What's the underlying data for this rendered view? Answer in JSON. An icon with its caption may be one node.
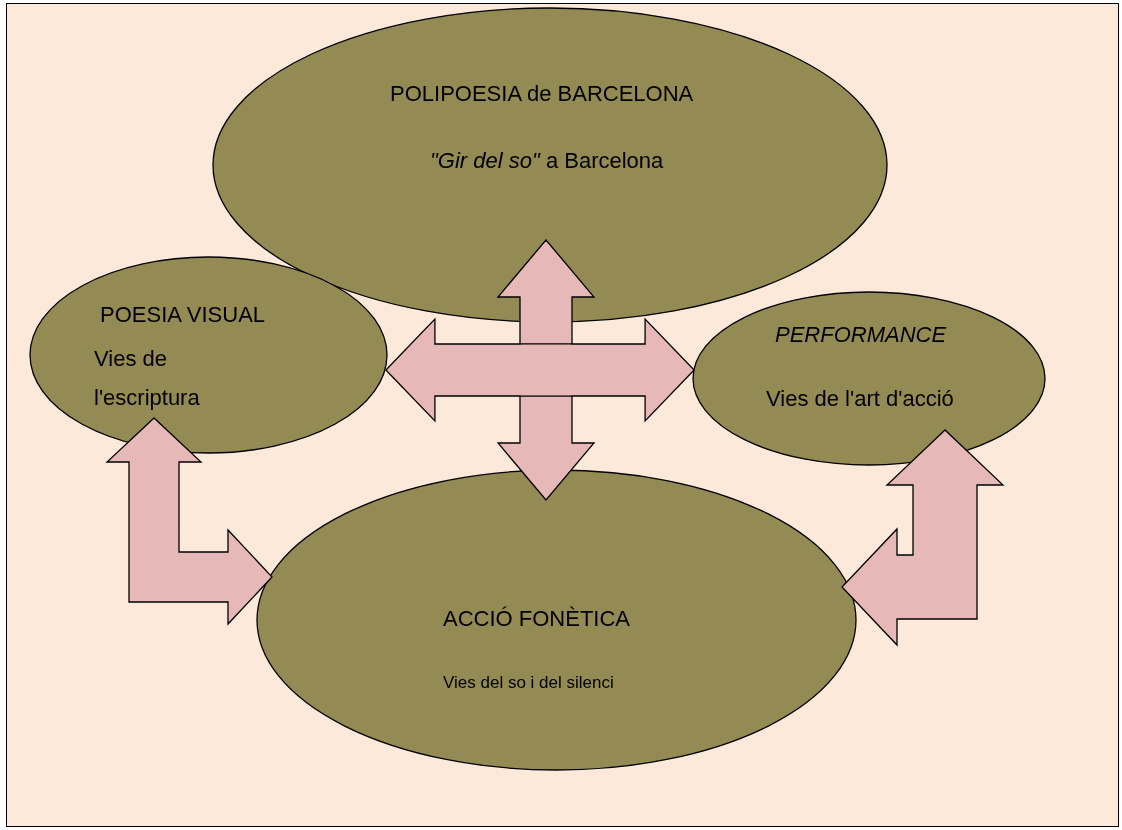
{
  "diagram": {
    "nodes": [
      {
        "text": [
          "POLIPOESIA de BARCELONA",
          "*\"Gir del so\"* a Barcelona"
        ]
      },
      {
        "text": [
          "POESIA VISUAL",
          "Vies de l'escriptura"
        ]
      },
      {
        "text": [
          "PERFORMANCE",
          "Vies de l'art d'acció"
        ]
      },
      {
        "text": [
          "ACCIÓ FONÈTICA",
          "Vies del so i del silenci"
        ]
      }
    ],
    "edges": [
      {
        "from": 0,
        "to": 3,
        "arrow": "both"
      },
      {
        "from": 1,
        "to": 2,
        "arrow": "both"
      },
      {
        "from": 1,
        "to": 3,
        "arrow": "both"
      },
      {
        "from": 2,
        "to": 3,
        "arrow": "both"
      }
    ]
  }
}
